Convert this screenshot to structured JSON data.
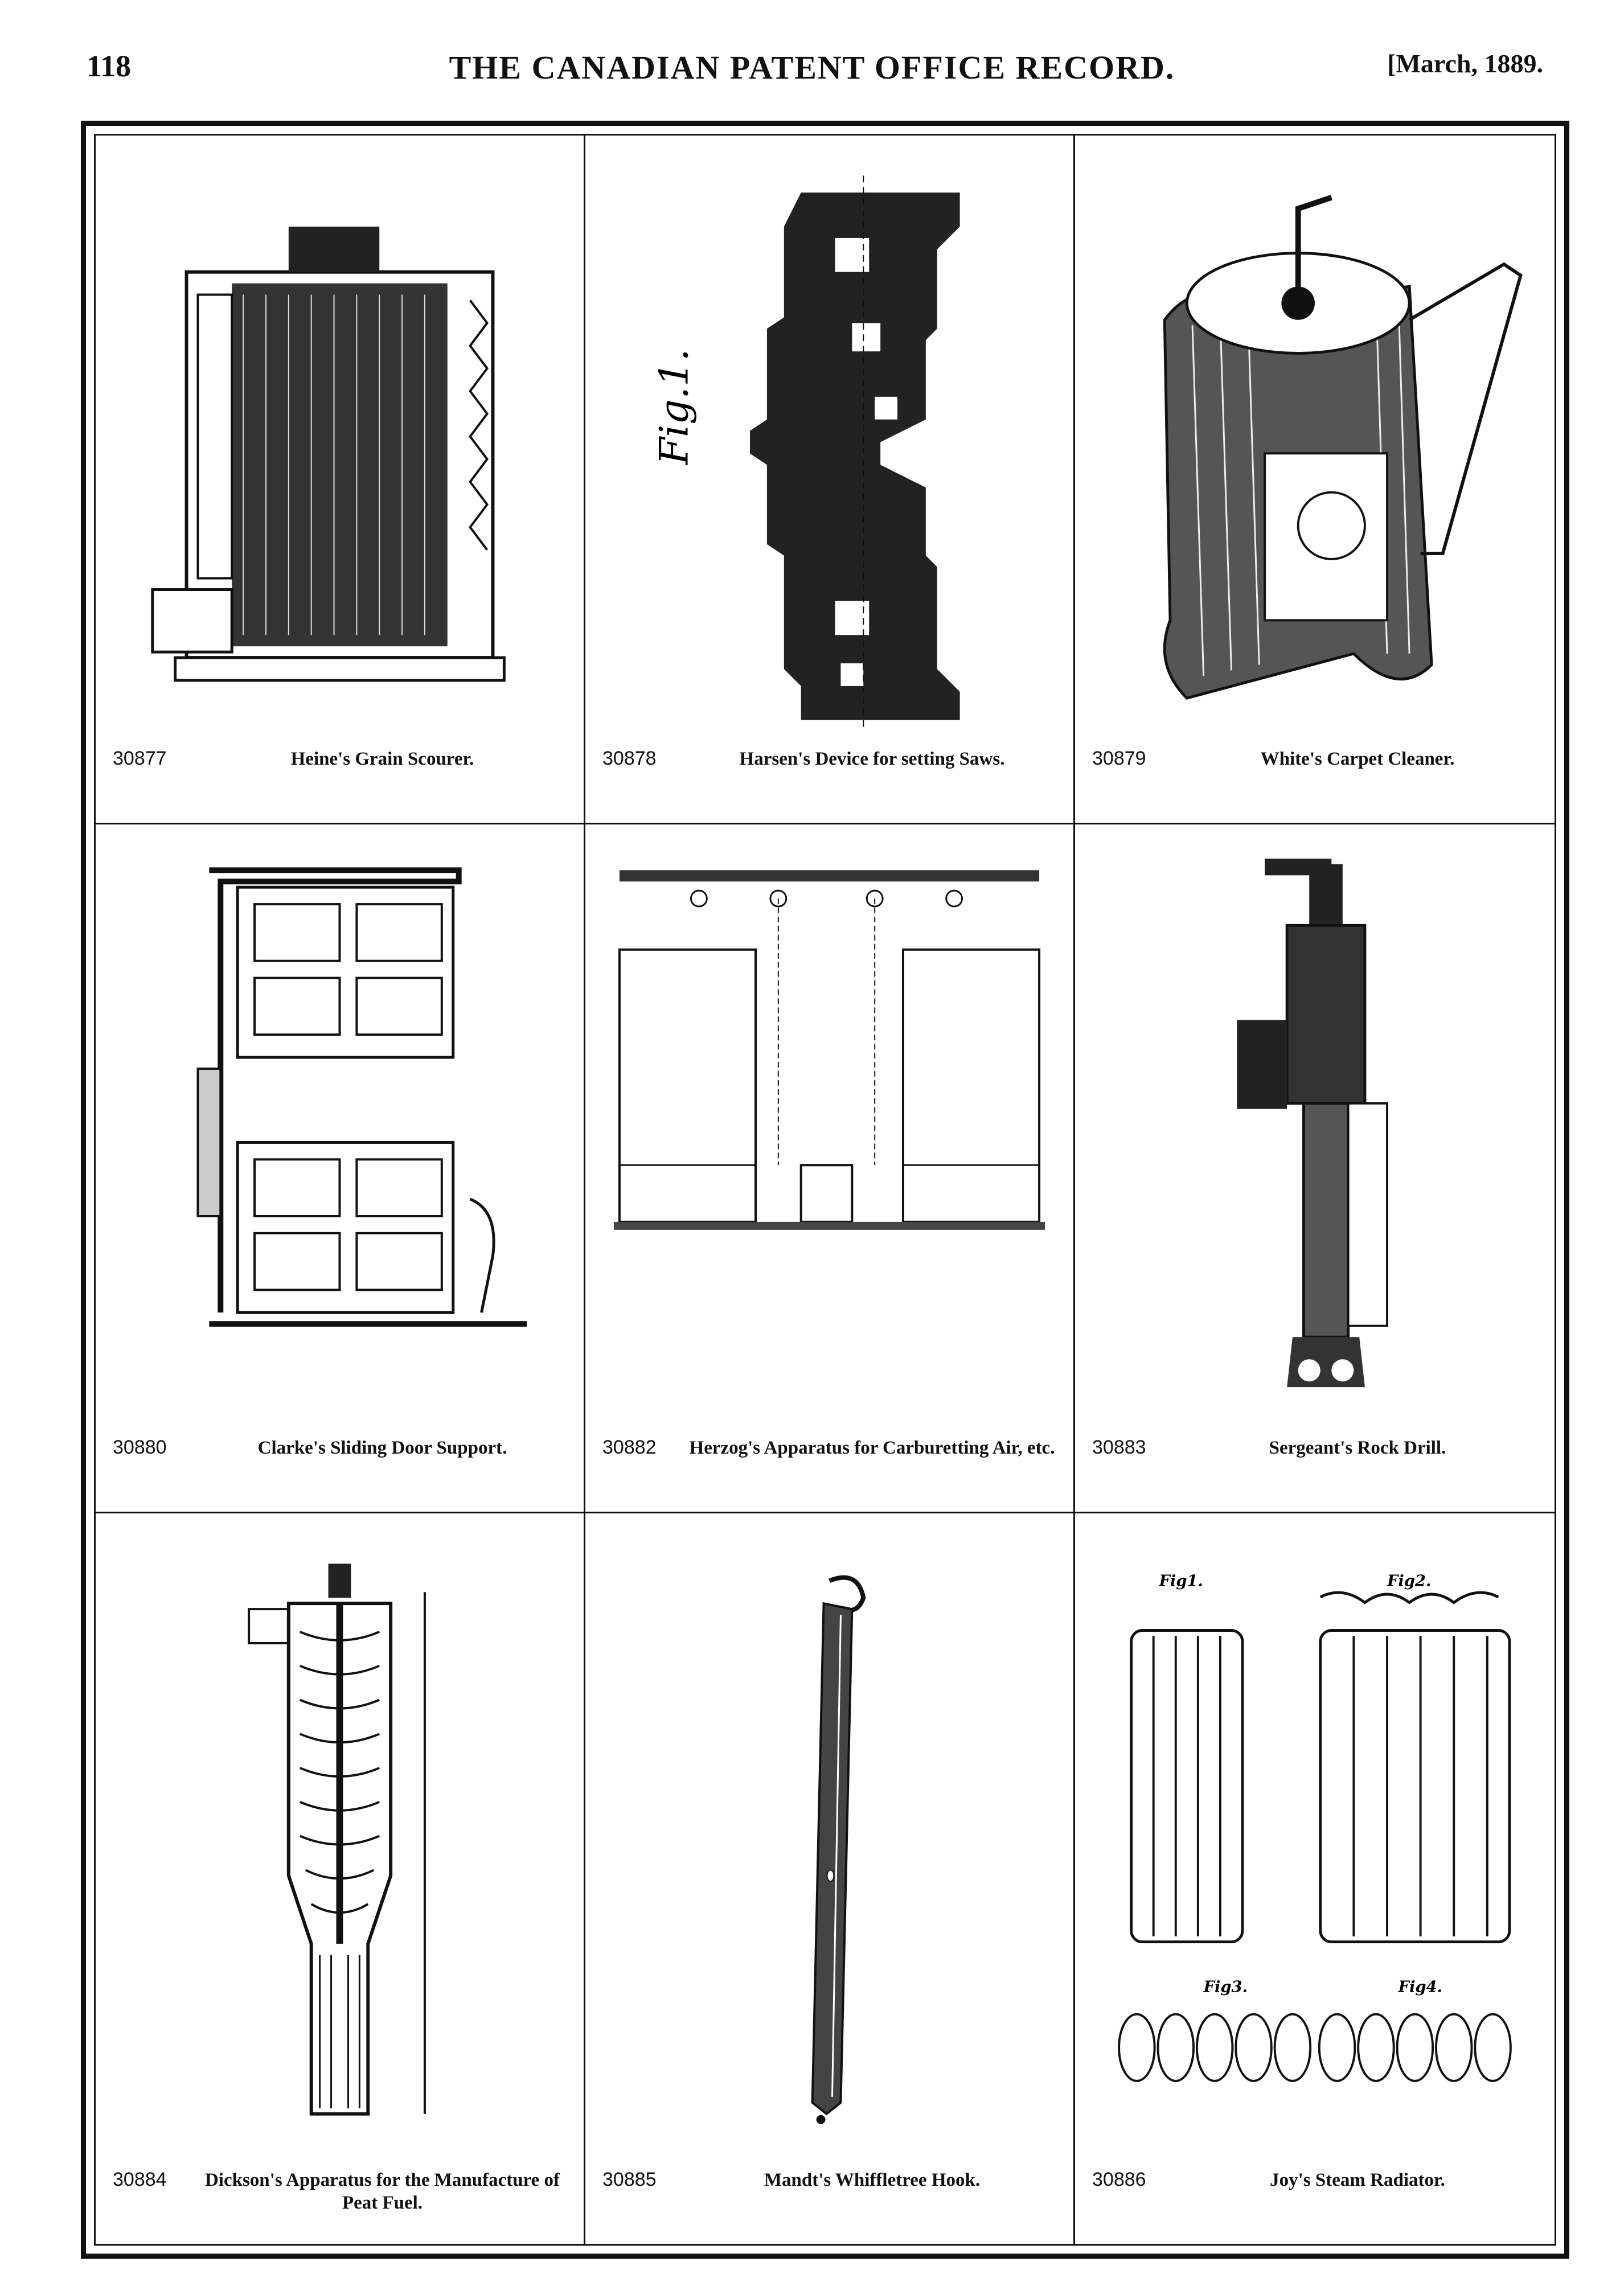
{
  "header": {
    "page_number": "118",
    "title": "THE CANADIAN PATENT OFFICE RECORD.",
    "date": "[March, 1889."
  },
  "patents": [
    {
      "number": "30877",
      "title": "Heine's Grain Scourer."
    },
    {
      "number": "30878",
      "title": "Harsen's Device for setting Saws."
    },
    {
      "number": "30879",
      "title": "White's Carpet Cleaner."
    },
    {
      "number": "30880",
      "title": "Clarke's Sliding Door Support."
    },
    {
      "number": "30882",
      "title": "Herzog's Apparatus for Carburetting Air, etc."
    },
    {
      "number": "30883",
      "title": "Sergeant's Rock Drill."
    },
    {
      "number": "30884",
      "title": "Dickson's Apparatus for the Manufacture of Peat Fuel."
    },
    {
      "number": "30885",
      "title": "Mandt's Whiffletree Hook."
    },
    {
      "number": "30886",
      "title": "Joy's Steam Radiator."
    }
  ],
  "figure_labels": {
    "harsen_fig": "Fig.1.",
    "joy_fig1": "Fig1.",
    "joy_fig2": "Fig2.",
    "joy_fig3": "Fig3.",
    "joy_fig4": "Fig4."
  }
}
